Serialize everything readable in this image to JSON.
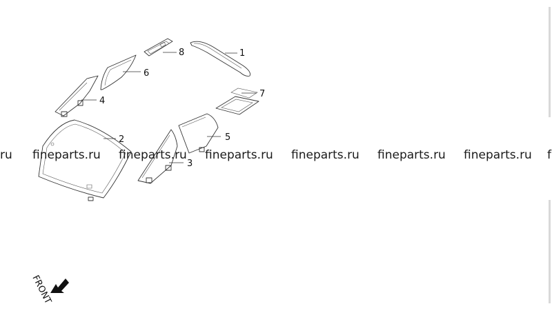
{
  "parts": [
    {
      "id": "1",
      "label": "1"
    },
    {
      "id": "2",
      "label": "2"
    },
    {
      "id": "3",
      "label": "3"
    },
    {
      "id": "4",
      "label": "4"
    },
    {
      "id": "5",
      "label": "5"
    },
    {
      "id": "6",
      "label": "6"
    },
    {
      "id": "7",
      "label": "7"
    },
    {
      "id": "8",
      "label": "8"
    }
  ],
  "watermark": {
    "text": "fineparts.ru",
    "partial_left": "ru",
    "partial_right": "f"
  },
  "orientation": {
    "label": "FRONT"
  },
  "colors": {
    "line": "#333333",
    "text": "#111111",
    "background": "#ffffff"
  }
}
